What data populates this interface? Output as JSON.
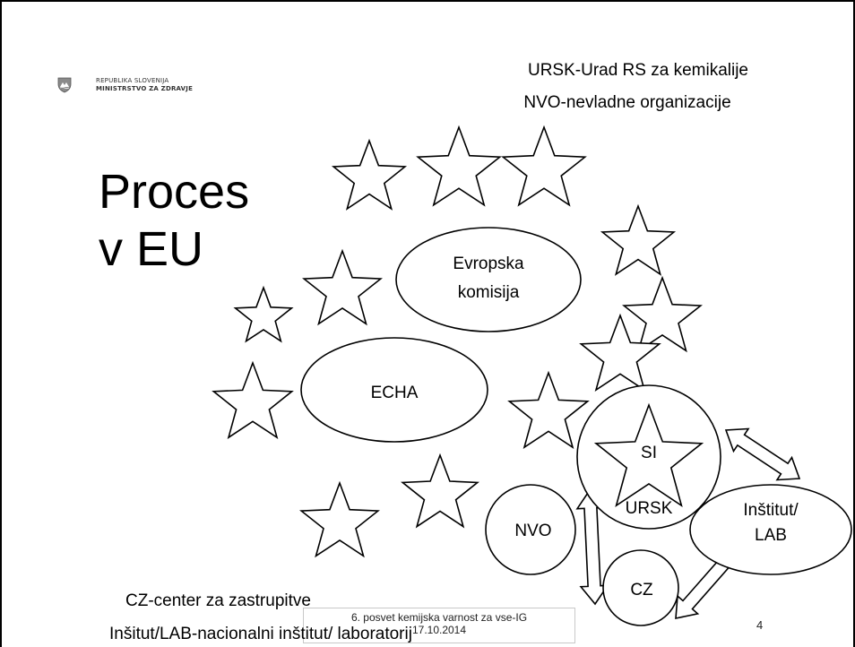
{
  "header": {
    "logo_line1": "REPUBLIKA SLOVENIJA",
    "logo_line2": "MINISTRSTVO ZA ZDRAVJE",
    "legend_ursk": "URSK-Urad RS za kemikalije",
    "legend_nvo": "NVO-nevladne organizacije"
  },
  "title": {
    "line1": "Proces",
    "line2": "v EU"
  },
  "diagram": {
    "nodes": {
      "evropska_line1": "Evropska",
      "evropska_line2": "komisija",
      "echa": "ECHA",
      "si": "SI",
      "ursk": "URSK",
      "institut_line1": "Inštitut/",
      "institut_line2": "LAB",
      "nvo": "NVO",
      "cz": "CZ"
    }
  },
  "legend_bottom": {
    "cz": "CZ-center za zastrupitve",
    "institut": "Inšitut/LAB-nacionalni inštitut/ laboratorij"
  },
  "footer": {
    "event": "6. posvet kemijska varnost za vse-IG",
    "date": "17.10.2014",
    "slide_number": "4"
  },
  "colors": {
    "stroke": "#000000",
    "fill": "#ffffff"
  }
}
